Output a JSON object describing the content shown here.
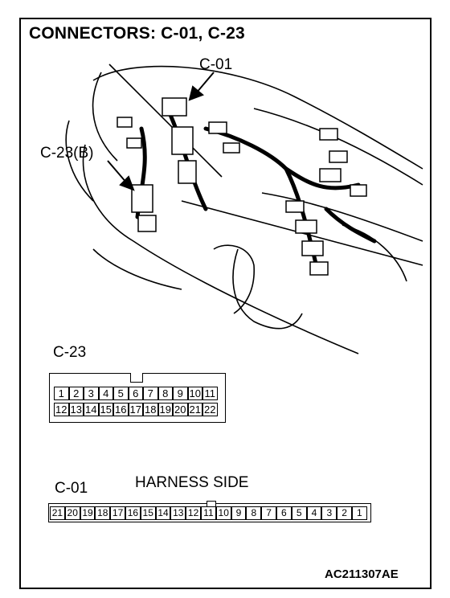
{
  "title": "CONNECTORS: C-01, C-23",
  "callouts": {
    "c01": "C-01",
    "c23b": "C-23(B)"
  },
  "c23": {
    "label": "C-23",
    "row1": [
      "1",
      "2",
      "3",
      "4",
      "5",
      "6",
      "7",
      "8",
      "9",
      "10",
      "11"
    ],
    "row2": [
      "12",
      "13",
      "14",
      "15",
      "16",
      "17",
      "18",
      "19",
      "20",
      "21",
      "22"
    ]
  },
  "c01": {
    "label": "C-01",
    "side_label": "HARNESS SIDE",
    "pins": [
      "21",
      "20",
      "19",
      "18",
      "17",
      "16",
      "15",
      "14",
      "13",
      "12",
      "11",
      "10",
      "9",
      "8",
      "7",
      "6",
      "5",
      "4",
      "3",
      "2",
      "1"
    ]
  },
  "figure_code": "AC211307AE"
}
